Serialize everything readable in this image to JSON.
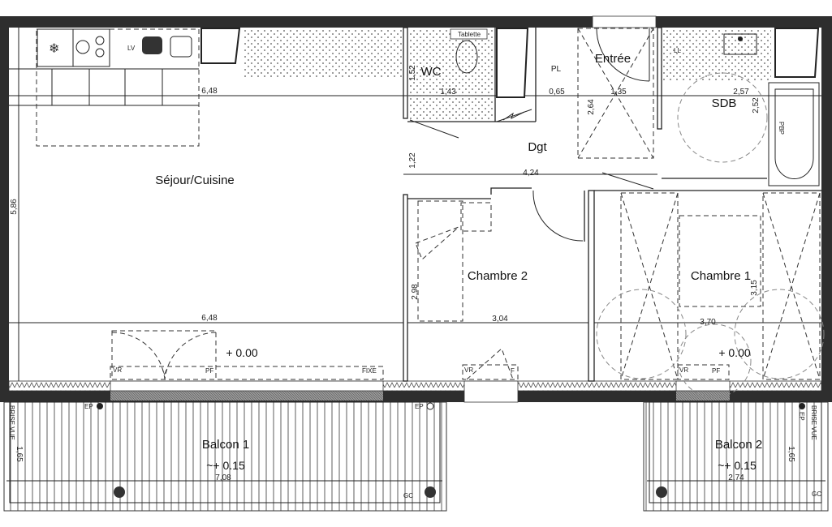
{
  "plan": {
    "rooms": {
      "sejour": "Séjour/Cuisine",
      "wc": "WC",
      "pl": "PL",
      "entree": "Entrée",
      "sdb": "SDB",
      "dgt": "Dgt",
      "chambre2": "Chambre 2",
      "chambre1": "Chambre 1",
      "balcon1": "Balcon 1",
      "balcon2": "Balcon 2"
    },
    "dimensions": {
      "sejour_width_top": "6,48",
      "sejour_width_bottom": "6,48",
      "sejour_depth": "5,86",
      "wc_depth": "1,52",
      "wc_width": "1,43",
      "pl_width": "0,65",
      "entree_width": "1,35",
      "entree_depth": "2,64",
      "sdb_width": "2,57",
      "sdb_depth": "2,52",
      "dgt_depth": "1,22",
      "dgt_width": "4,24",
      "chambre2_depth": "2,98",
      "chambre2_width": "3,04",
      "chambre1_depth": "3,15",
      "chambre1_width": "3,70",
      "balcon1_depth": "1,65",
      "balcon1_width": "7,08",
      "balcon2_depth": "1,65",
      "balcon2_width": "2,74"
    },
    "levels": {
      "sejour": "+ 0.00",
      "chambre1": "+ 0.00",
      "balcon1": "~+ 0.15",
      "balcon2": "~+ 0.15"
    },
    "fixtures": {
      "lavabo": "Tablette",
      "lave_linge": "LL",
      "bath": "PBP",
      "lv": "LV"
    },
    "windows": {
      "sejour_vr": "VR",
      "sejour_v": "V",
      "sejour_pf": "PF",
      "sejour_fixe": "FIXE",
      "ch2_vr": "VR",
      "ch2_f": "F",
      "ch1_vr": "VR",
      "ch1_pf": "PF"
    },
    "balcony_marks": {
      "ep1": "EP",
      "ep2": "EP",
      "ep3": "EP",
      "gc1": "GC",
      "gc2": "GC",
      "brise_vue_left": "BRISE VUE",
      "brise_vue_right": "BRISE VUE"
    },
    "colors": {
      "wall": "#2e2e2e",
      "line": "#222222"
    }
  }
}
